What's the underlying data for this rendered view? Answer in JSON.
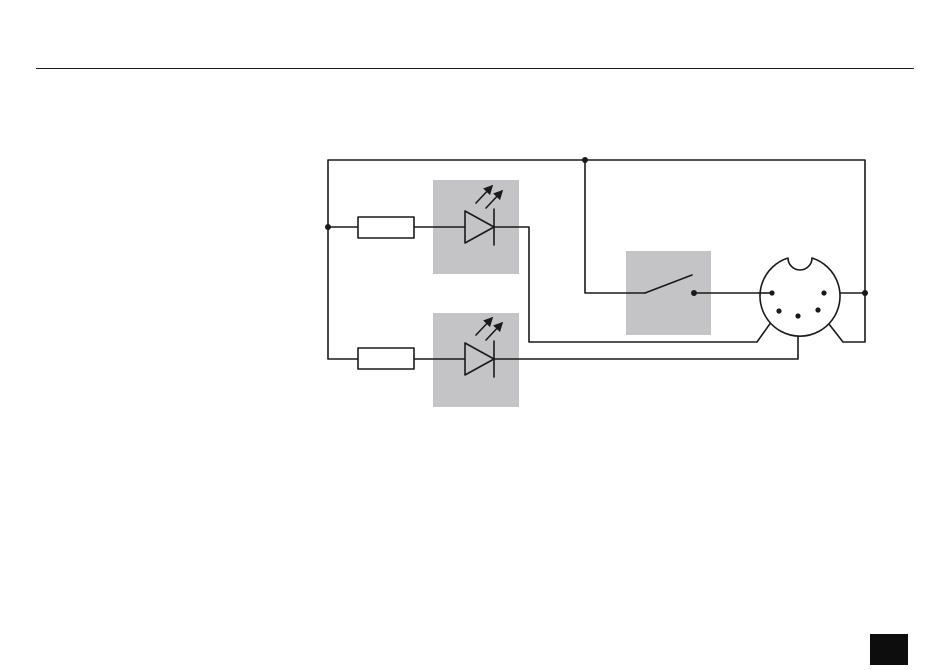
{
  "colors": {
    "wire": "#1a1a1a",
    "highlight_box": "#c4c4c6",
    "page_marker": "#0d0d0d",
    "background": "#ffffff"
  },
  "diagram": {
    "type": "circuit-schematic",
    "components": [
      "resistor-top",
      "led-top",
      "resistor-bottom",
      "led-bottom",
      "switch",
      "din-connector-5-pin"
    ],
    "connector_pins_used": 4
  }
}
